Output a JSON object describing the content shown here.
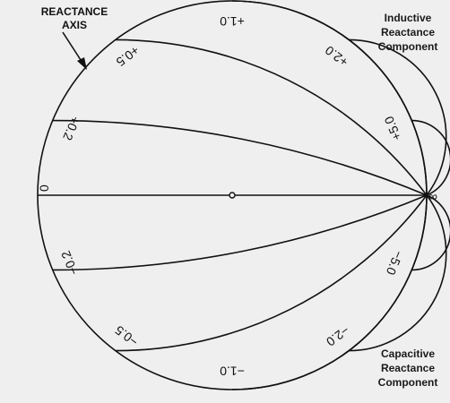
{
  "reactance_axis_label": [
    "REACTANCE",
    "AXIS"
  ],
  "inductive_label": [
    "Inductive",
    "Reactance",
    "Component"
  ],
  "capacitive_label": [
    "Capacitive",
    "Reactance",
    "Component"
  ],
  "infinity_label": "∞",
  "reactance_values": [
    {
      "x": 0.2,
      "label": "+0.2"
    },
    {
      "x": 0.5,
      "label": "+0.5"
    },
    {
      "x": 1.0,
      "label": "+1.0"
    },
    {
      "x": 2.0,
      "label": "+2.0"
    },
    {
      "x": 5.0,
      "label": "+5.0"
    },
    {
      "x": -0.2,
      "label": "−0.2"
    },
    {
      "x": -0.5,
      "label": "−0.5"
    },
    {
      "x": -1.0,
      "label": "−1.0"
    },
    {
      "x": -2.0,
      "label": "−2.0"
    },
    {
      "x": -5.0,
      "label": "−5.0"
    },
    {
      "x": 0,
      "label": "0"
    }
  ],
  "colors": {
    "line": "#111111",
    "paper": "#efefef"
  }
}
